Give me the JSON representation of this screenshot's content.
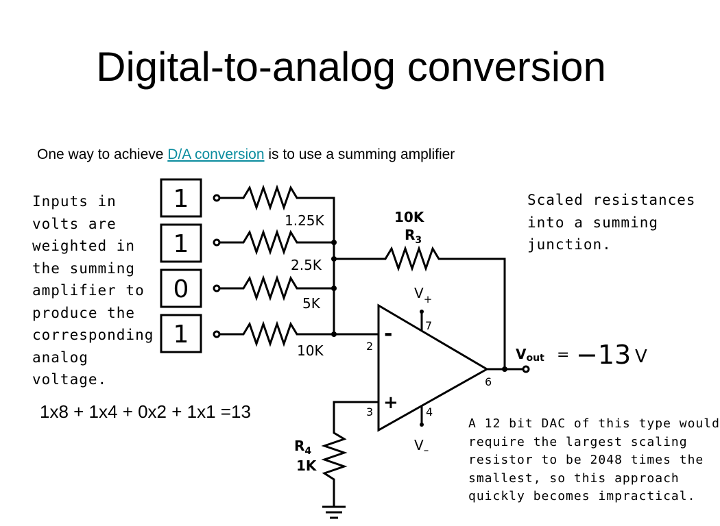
{
  "title": "Digital-to-analog conversion",
  "subtitle": {
    "prefix": "One way to achieve ",
    "link": "D/A conversion",
    "suffix": " is to use a summing amplifier"
  },
  "inputs_note": "Inputs in\nvolts are\nweighted in\nthe summing\namplifier to\nproduce the\ncorresponding\nanalog\nvoltage.",
  "scaled_note": "Scaled resistances\ninto a summing\njunction.",
  "dac_note": "A 12 bit DAC of this type would\nrequire the largest scaling\nresistor to be 2048 times the\nsmallest, so this approach\nquickly becomes impractical.",
  "equation": "1x8 + 1x4 + 0x2 + 1x1 =13",
  "bits": [
    "1",
    "1",
    "0",
    "1"
  ],
  "input_resistors": [
    "1.25K",
    "2.5K",
    "5K",
    "10K"
  ],
  "feedback_resistor": {
    "value": "10K",
    "name": "R",
    "sub": "3"
  },
  "ground_resistor": {
    "name": "R",
    "sub": "4",
    "value": "1K"
  },
  "opamp": {
    "minus": "-",
    "plus": "+",
    "pin_inverting": "2",
    "pin_noninverting": "3",
    "pin_output": "6",
    "pin_vplus": "7",
    "pin_vminus": "4",
    "vplus": "V",
    "vplus_sub": "+",
    "vminus": "V",
    "vminus_sub": "–"
  },
  "vout": {
    "name": "V",
    "sub": "out",
    "equals": "=",
    "value": "−13",
    "unit": "V"
  }
}
